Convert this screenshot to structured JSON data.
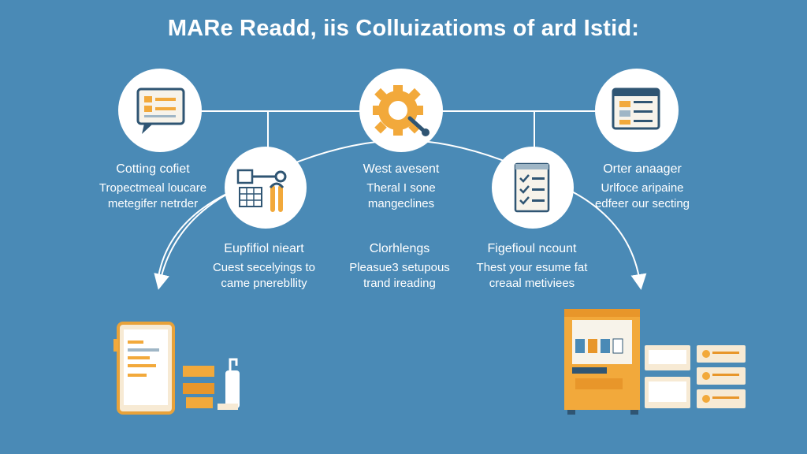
{
  "title": "MARe Readd, iis Colluizatioms of ard Istid:",
  "colors": {
    "background": "#4a8ab6",
    "accent": "#f2a93b",
    "circle": "#ffffff",
    "line": "#ffffff"
  },
  "nodes": [
    {
      "id": "chat",
      "icon": "chat-bubble-icon",
      "heading": "Cotting cofiet",
      "lines": [
        "Tropectmeal loucare",
        "metegifer netrder"
      ]
    },
    {
      "id": "tools",
      "icon": "tools-icon",
      "heading": "Eupfifiol nieart",
      "lines": [
        "Cuest secelyings to",
        "came pnerebllity"
      ]
    },
    {
      "id": "gear",
      "icon": "gear-icon",
      "heading": "West avesent",
      "lines": [
        "Theral I sone",
        "mangeclines"
      ]
    },
    {
      "id": "center",
      "icon": "",
      "heading": "Clorhlengs",
      "lines": [
        "Pleasue3 setupous",
        "trand ireading"
      ]
    },
    {
      "id": "checklist",
      "icon": "checklist-icon",
      "heading": "Figefioul ncount",
      "lines": [
        "Thest your esume fat",
        "creaal metiviees"
      ]
    },
    {
      "id": "document",
      "icon": "document-icon",
      "heading": "Orter anaager",
      "lines": [
        "Urlfoce aripaine",
        "edfeer our secting"
      ]
    }
  ],
  "illustrations": {
    "left": "tablet-and-boxes-illustration",
    "right": "vending-machine-and-cards-illustration"
  }
}
